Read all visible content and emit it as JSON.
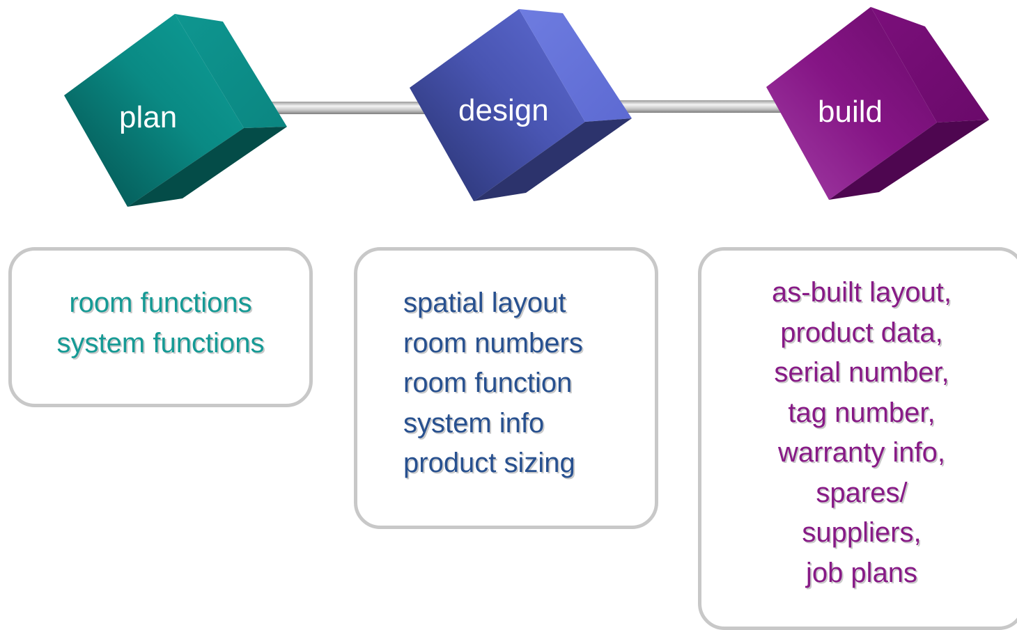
{
  "stages": [
    {
      "id": "plan",
      "label": "plan",
      "color": "#0a8f8a",
      "text_color": "#159a95",
      "details": [
        "room functions",
        "system functions"
      ]
    },
    {
      "id": "design",
      "label": "design",
      "color": "#5c6ad0",
      "text_color": "#27508f",
      "details": [
        "spatial layout",
        "room numbers",
        "room function",
        "system info",
        "product sizing"
      ]
    },
    {
      "id": "build",
      "label": "build",
      "color": "#8a1888",
      "text_color": "#871a86",
      "details": [
        "as-built layout,",
        "product data,",
        "serial number,",
        "tag number,",
        "warranty info,",
        "spares/",
        "suppliers,",
        "job plans"
      ]
    }
  ]
}
